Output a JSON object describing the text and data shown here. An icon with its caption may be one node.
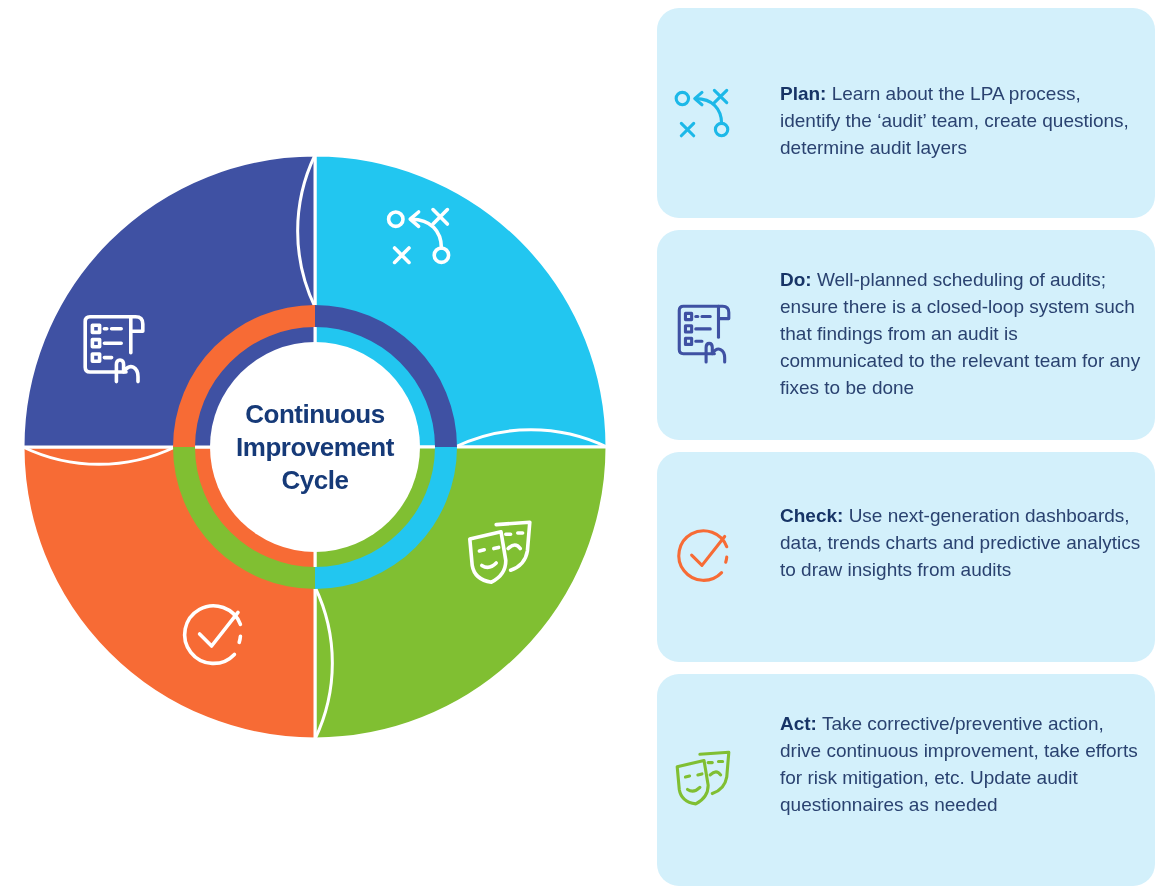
{
  "diagram": {
    "nodes": [
      {
        "text": [
          "Continuous Improvement Cycle"
        ]
      },
      {
        "text": [
          "**Plan:** Learn about the LPA process, identify the ‘audit’ team, create questions, determine audit layers"
        ]
      },
      {
        "text": [
          "**Do:** Well-planned scheduling of audits; ensure there is a closed-loop system such that findings from an audit is communicated to the relevant team for any fixes to be done"
        ]
      },
      {
        "text": [
          "**Check:** Use next-generation dashboards, data, trends charts and predictive analytics to draw insights from audits"
        ]
      },
      {
        "text": [
          "**Act:** Take corrective/preventive action, drive continuous improvement, take efforts for risk mitigation, etc. Update audit questionnaires as needed"
        ]
      }
    ]
  }
}
